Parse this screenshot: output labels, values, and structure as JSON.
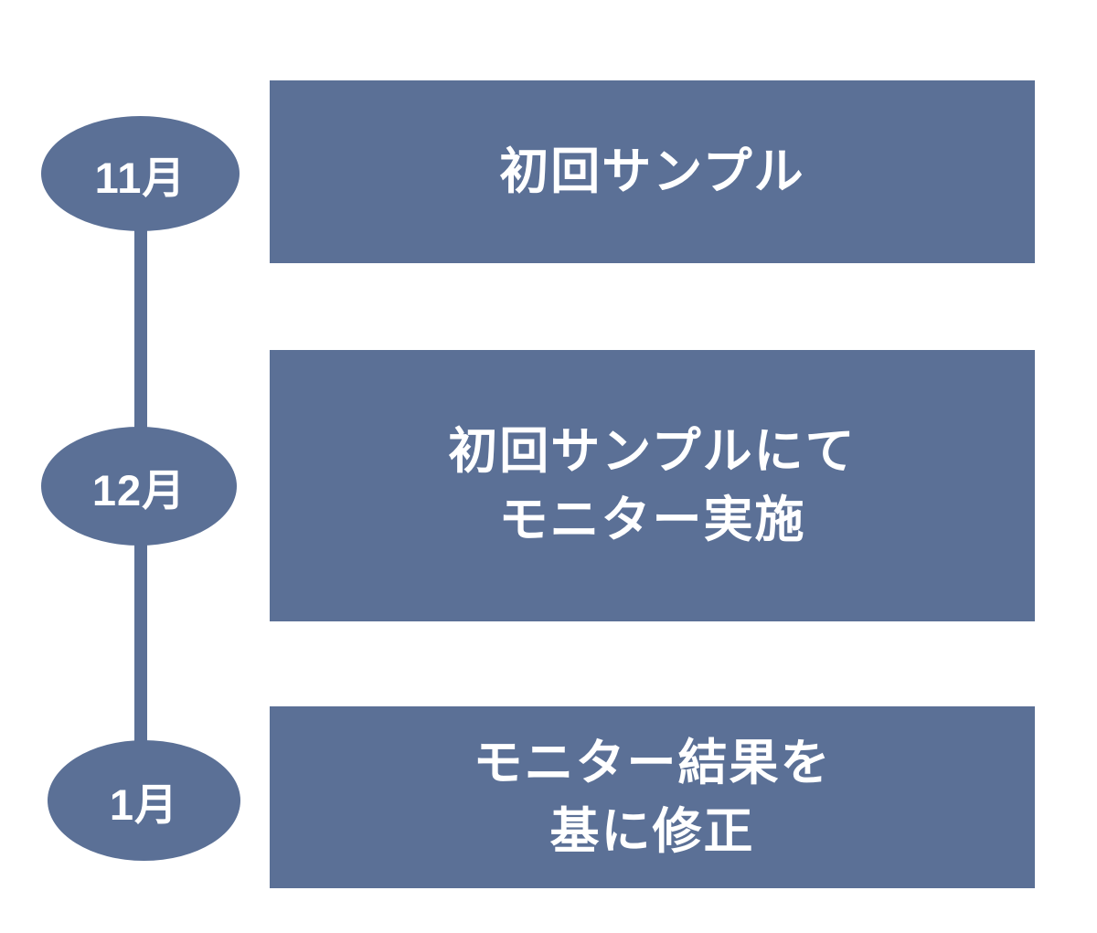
{
  "colors": {
    "accent": "#5b7096",
    "text_on_accent": "#ffffff",
    "background": "#ffffff"
  },
  "timeline": {
    "items": [
      {
        "month": "11月",
        "lines": [
          "初回サンプル"
        ]
      },
      {
        "month": "12月",
        "lines": [
          "初回サンプルにて",
          "モニター実施"
        ]
      },
      {
        "month": "1月",
        "lines": [
          "モニター結果を",
          "基に修正"
        ]
      }
    ]
  }
}
